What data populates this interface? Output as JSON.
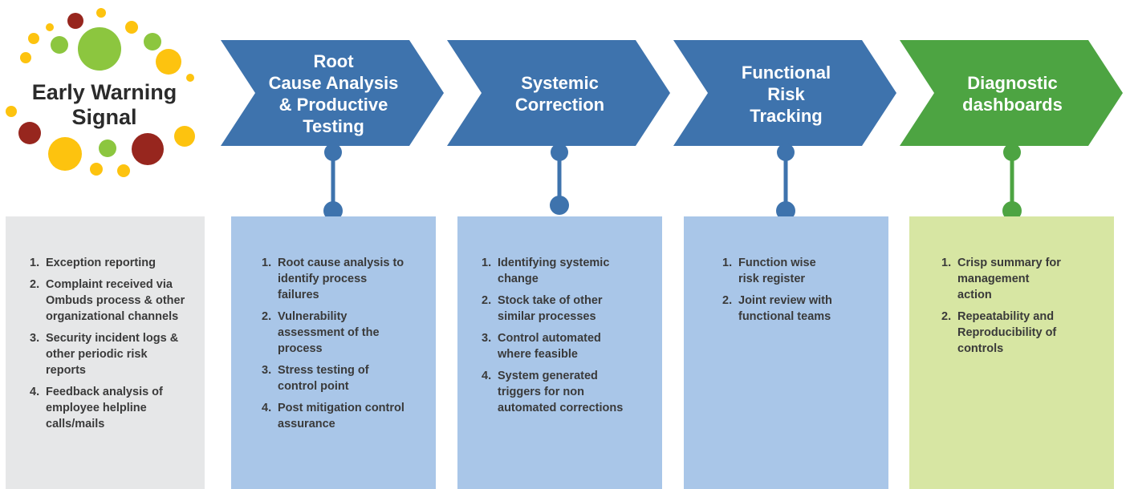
{
  "signal": {
    "title_lines": [
      "Early Warning",
      "Signal"
    ],
    "colors": {
      "yellow": "#fdc30f",
      "green": "#8cc63f",
      "red": "#97261e"
    }
  },
  "colors": {
    "blue": "#3e73ad",
    "green": "#4da442",
    "box_grey": "#e6e7e8",
    "box_blue": "#a9c6e8",
    "box_green": "#d7e6a3"
  },
  "stages": [
    {
      "title_lines": [
        "Root",
        "Cause Analysis",
        "& Productive",
        "Testing"
      ]
    },
    {
      "title_lines": [
        "Systemic",
        "Correction"
      ]
    },
    {
      "title_lines": [
        "Functional",
        "Risk",
        "Tracking"
      ]
    },
    {
      "title_lines": [
        "Diagnostic",
        "dashboards"
      ]
    }
  ],
  "boxes": [
    {
      "items": [
        {
          "num": "1.",
          "text": "Exception reporting"
        },
        {
          "num": "2.",
          "text": "Complaint received via Ombuds process & other organizational channels"
        },
        {
          "num": "3.",
          "text": "Security incident logs & other periodic risk reports"
        },
        {
          "num": "4.",
          "text": "Feedback analysis of employee helpline calls/mails"
        }
      ]
    },
    {
      "items": [
        {
          "num": "1.",
          "text": "Root cause analysis to identify process failures"
        },
        {
          "num": "2.",
          "text": "Vulnerability assessment of the process"
        },
        {
          "num": "3.",
          "text": "Stress testing of control point"
        },
        {
          "num": "4.",
          "text": "Post mitigation control assurance"
        }
      ]
    },
    {
      "items": [
        {
          "num": "1.",
          "text": "Identifying systemic change"
        },
        {
          "num": "2.",
          "text": "Stock take of other similar processes"
        },
        {
          "num": "3.",
          "text": "Control automated where feasible"
        },
        {
          "num": "4.",
          "text": "System generated triggers for non automated corrections"
        }
      ]
    },
    {
      "items": [
        {
          "num": "1.",
          "text": "Function wise risk register"
        },
        {
          "num": "2.",
          "text": "Joint review with functional teams"
        }
      ]
    },
    {
      "items": [
        {
          "num": "1.",
          "text": "Crisp summary for management action"
        },
        {
          "num": "2.",
          "text": "Repeatability and Reproducibility of controls"
        }
      ]
    }
  ]
}
